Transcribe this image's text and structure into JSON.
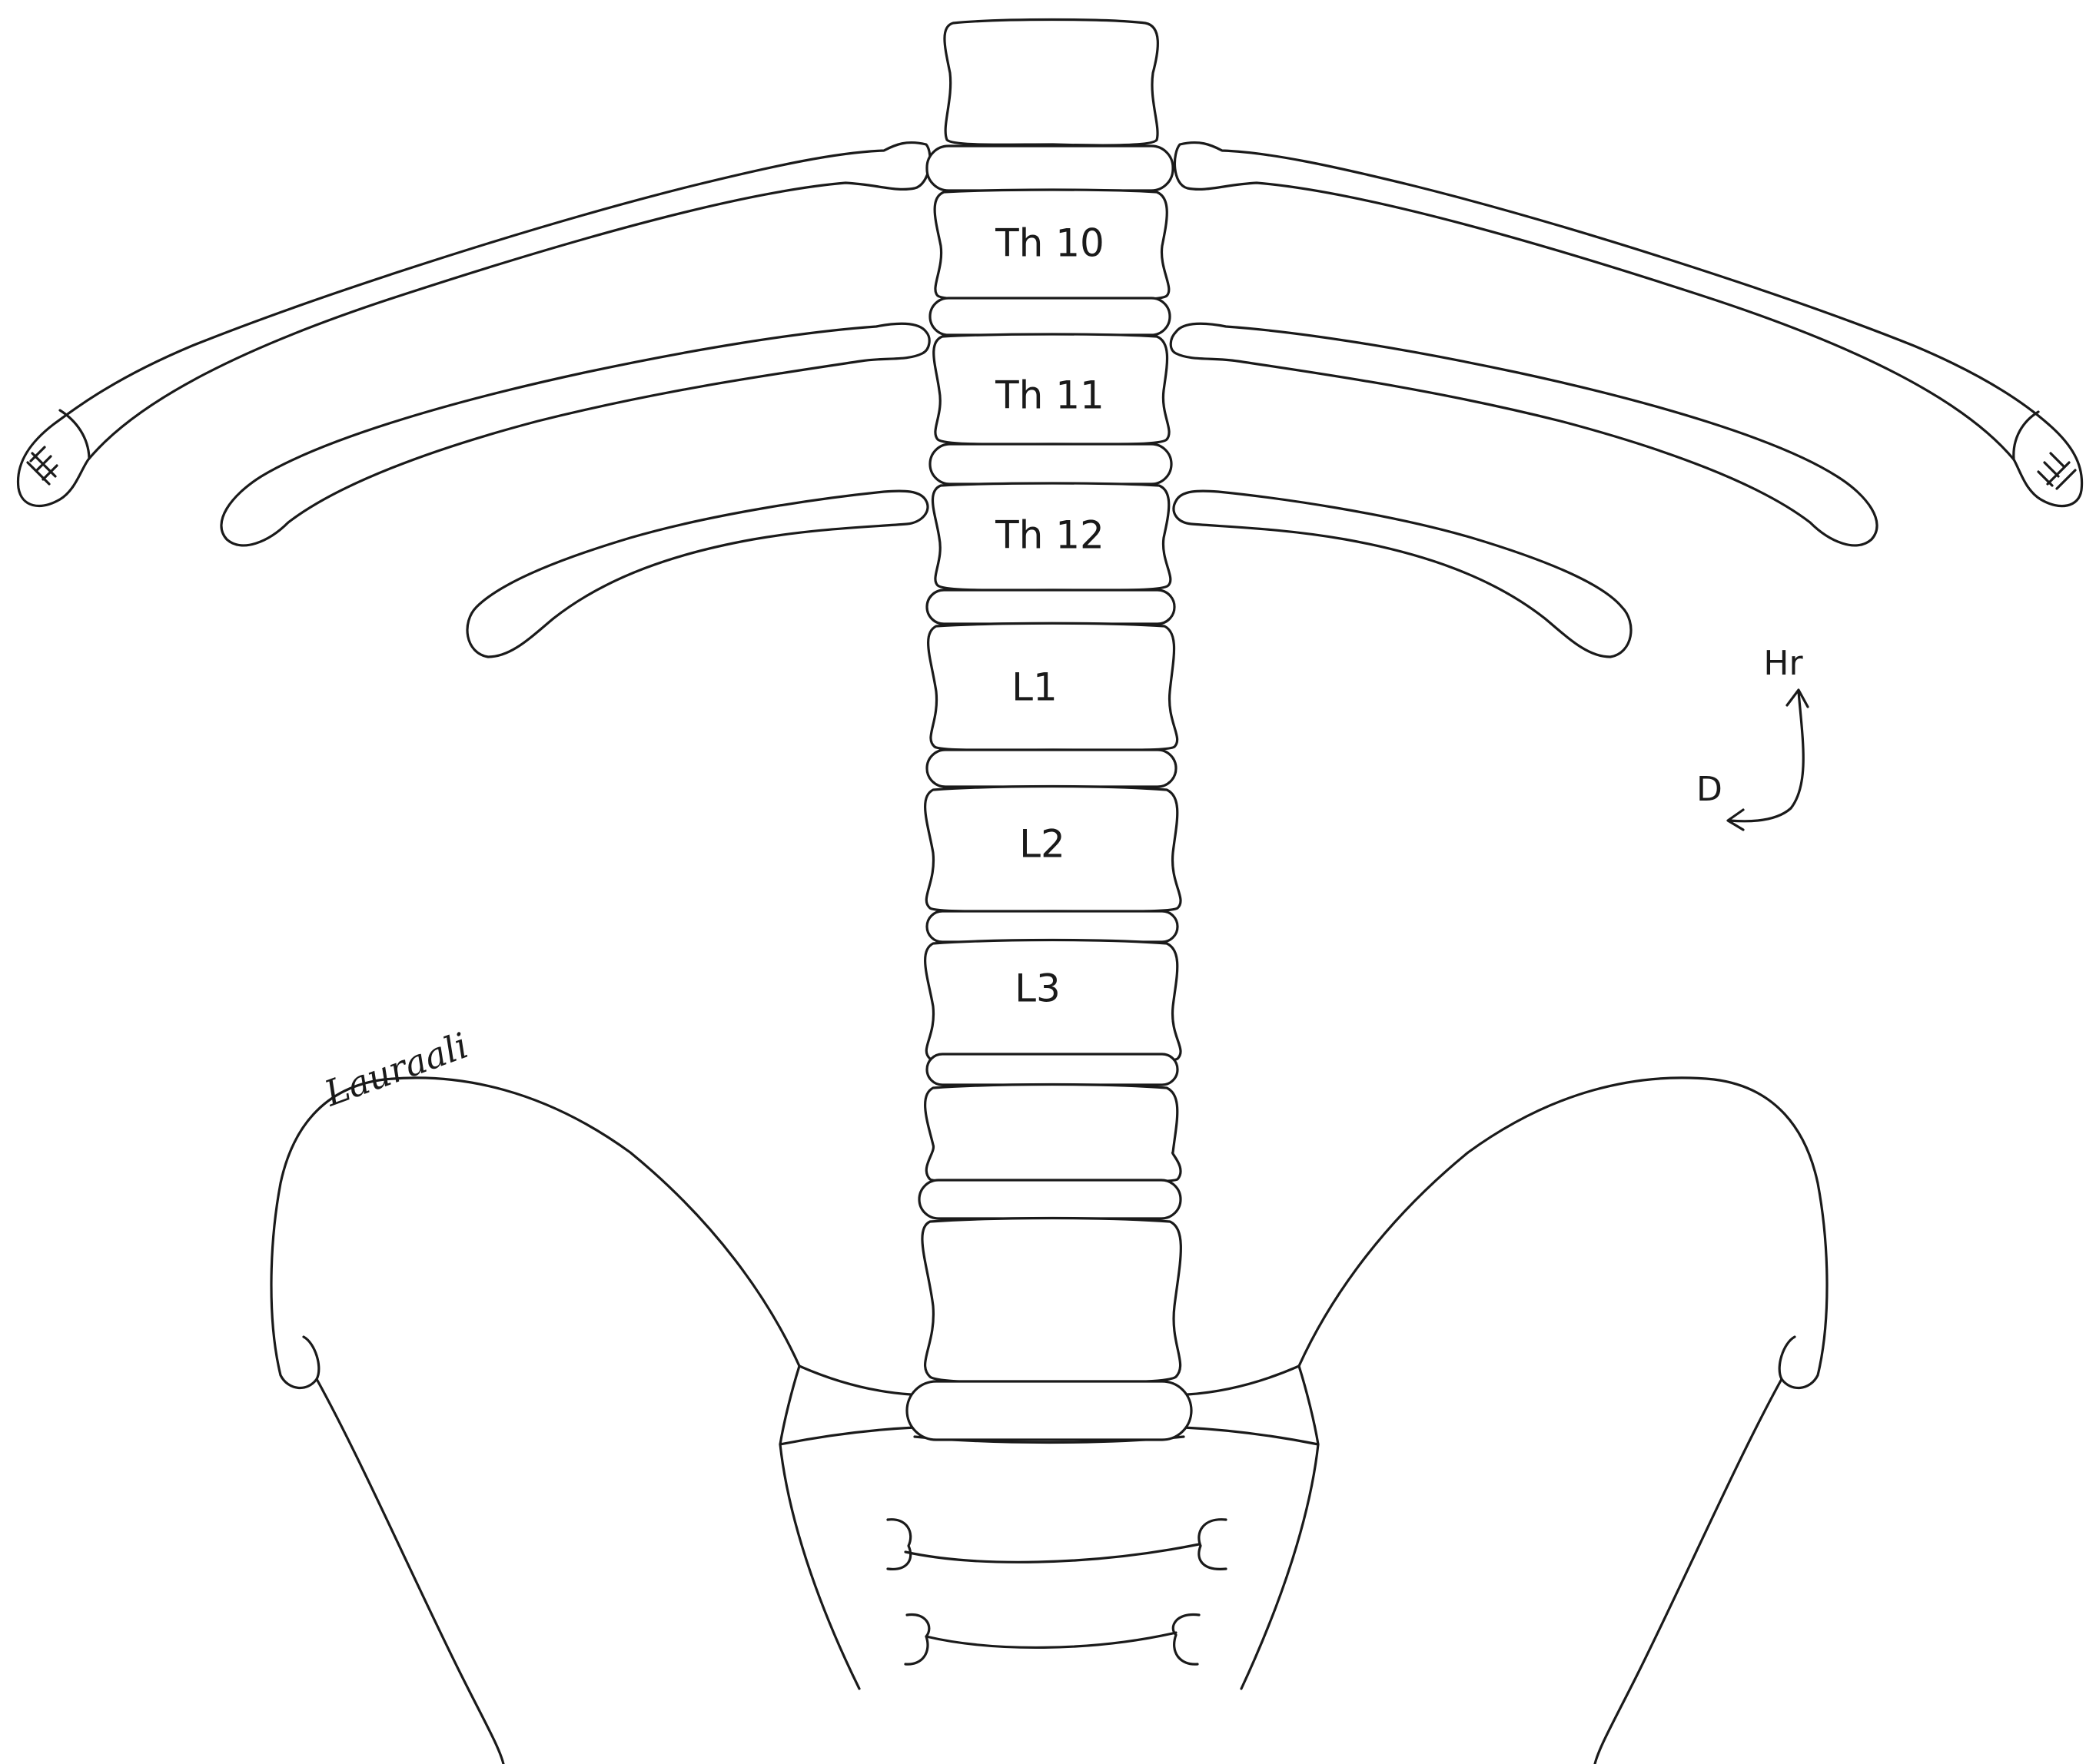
{
  "vertebrae_labels": {
    "th10": "Th 10",
    "th11": "Th 11",
    "th12": "Th 12",
    "l1": "L1",
    "l2": "L2",
    "l3": "L3"
  },
  "orientation": {
    "up_label": "Hr",
    "side_label": "D"
  },
  "signature": "Lauraali",
  "colors": {
    "stroke": "#1a1a1a",
    "background": "#ffffff"
  }
}
